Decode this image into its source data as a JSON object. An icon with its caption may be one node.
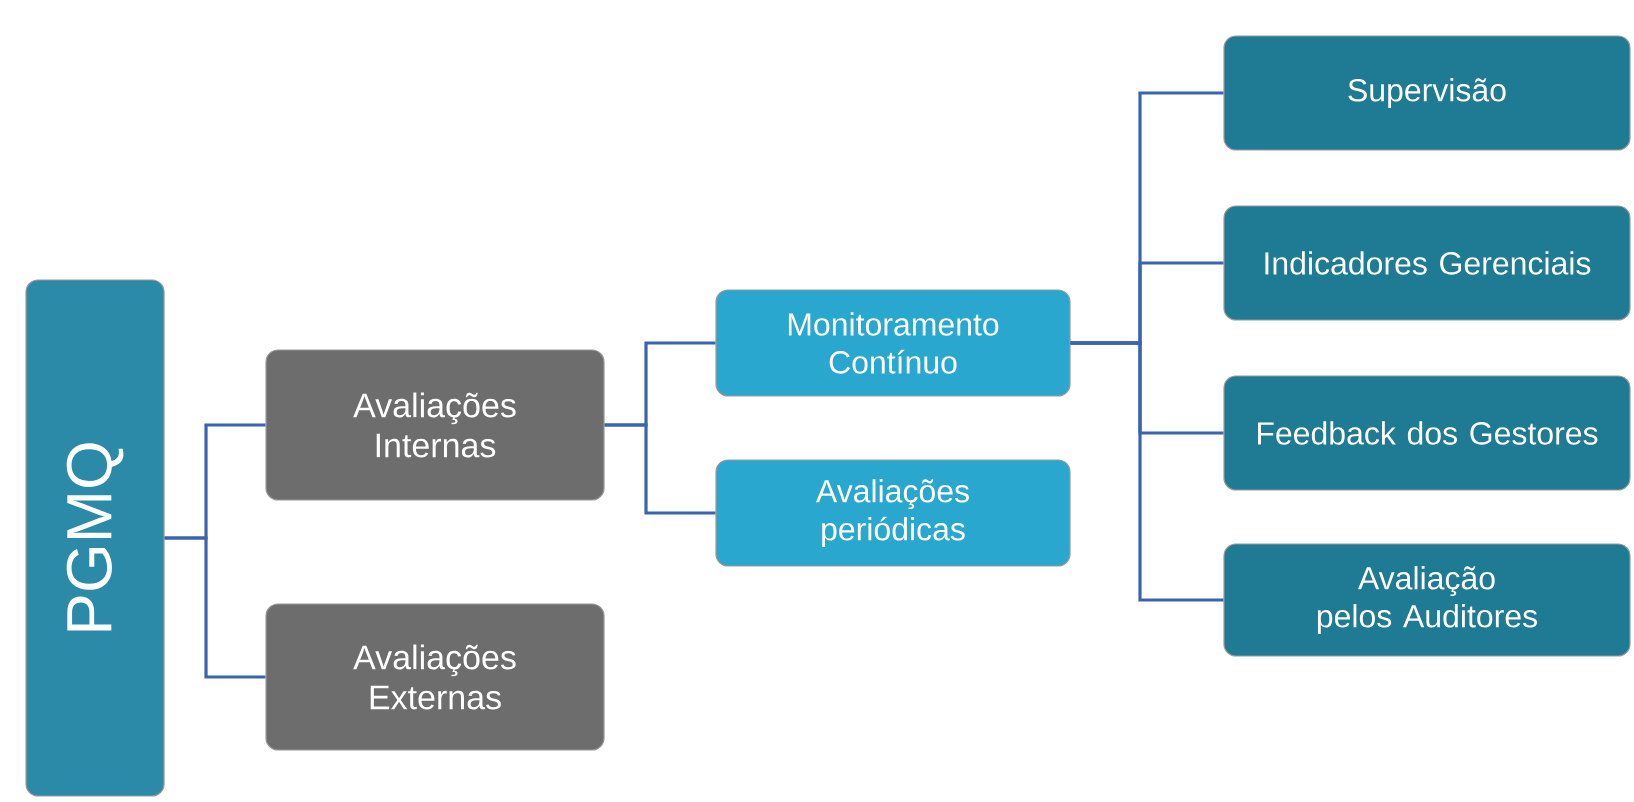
{
  "diagram": {
    "nodes": [
      {
        "text": [
          "PGMQ"
        ]
      },
      {
        "text": [
          "Avaliações Internas"
        ]
      },
      {
        "text": [
          "Avaliações Externas"
        ]
      },
      {
        "text": [
          "Monitoramento Contínuo"
        ]
      },
      {
        "text": [
          "Avaliações periódicas"
        ]
      },
      {
        "text": [
          "Supervisão"
        ]
      },
      {
        "text": [
          "Indicadores Gerenciais"
        ]
      },
      {
        "text": [
          "Feedback dos Gestores"
        ]
      },
      {
        "text": [
          "Avaliação pelos Auditores"
        ]
      }
    ],
    "edges": [
      {
        "from": 0,
        "to": 1,
        "arrow": "none"
      },
      {
        "from": 0,
        "to": 2,
        "arrow": "none"
      },
      {
        "from": 1,
        "to": 3,
        "arrow": "none"
      },
      {
        "from": 1,
        "to": 4,
        "arrow": "none"
      },
      {
        "from": 3,
        "to": 5,
        "arrow": "none"
      },
      {
        "from": 3,
        "to": 6,
        "arrow": "none"
      },
      {
        "from": 3,
        "to": 7,
        "arrow": "none"
      },
      {
        "from": 3,
        "to": 8,
        "arrow": "none"
      }
    ]
  }
}
